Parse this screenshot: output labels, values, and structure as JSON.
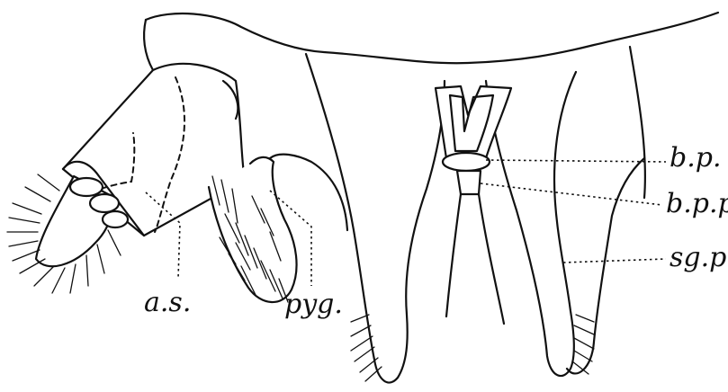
{
  "labels": {
    "bp": "b.p.",
    "bpp": "b.p.p.",
    "sgp": "sg.p.",
    "as": "a.s.",
    "pyg": "pyg."
  },
  "colors": {
    "ink": "#111111",
    "paper": "#ffffff"
  }
}
